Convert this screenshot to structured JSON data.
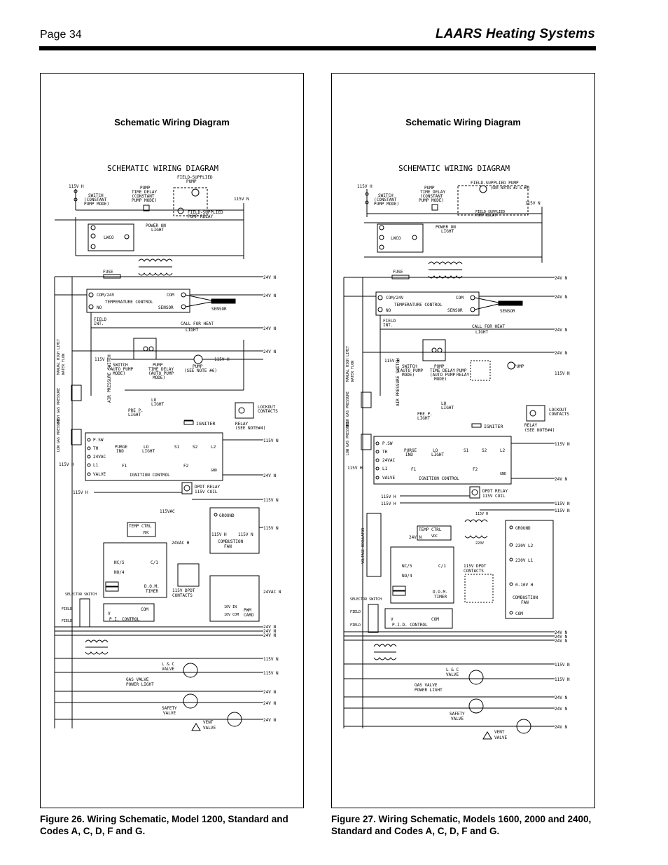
{
  "header": {
    "page_label": "Page 34",
    "brand": "LAARS Heating Systems"
  },
  "panels": [
    {
      "title": "Schematic Wiring Diagram",
      "diagram_heading": "SCHEMATIC WIRING DIAGRAM",
      "caption": "Figure 26. Wiring Schematic, Model 1200, Standard and Codes A, C, D, F and G.",
      "labels": {
        "l115h": "115V H",
        "l115n": "115V N",
        "switch": "SWITCH",
        "const": "(CONSTANT",
        "pmode": "PUMP MODE)",
        "ptd1": "PUMP",
        "ptd2": "TIME DELAY",
        "ptd3": "(CONSTANT",
        "ptd4": "PUMP MODE)",
        "fsp": "FIELD-SUPPLIED",
        "pump": "PUMP",
        "fsp_relay1": "FIELD-SUPPLIED",
        "fsp_relay2": "PUMP RELAY",
        "lwco": "LWCO",
        "pwr1": "POWER ON",
        "pwr2": "LIGHT",
        "fuse": "FUSE",
        "v24n": "24V N",
        "com24": "COM/24V",
        "no": "NO",
        "com": "COM",
        "tc": "TEMPERATURE CONTROL",
        "sensor": "SENSOR",
        "sensor2": "SENSOR",
        "field": "FIELD",
        "int": "INT.",
        "cfh1": "CALL FOR HEAT",
        "cfh2": "LIGHT",
        "sw_auto": "SWITCH",
        "auto_pm": "(AUTO PUMP",
        "mode": "MODE)",
        "ptd_b": "PUMP",
        "ptd_b2": "TIME DELAY",
        "ptd_b3": "(AUTO PUMP",
        "ptd_b4": "MODE)",
        "pump_b": "PUMP",
        "seenote": "(SEE NOTE #6)",
        "airps": "AIR PRESSURE SWITCH",
        "prep": "PRE P.",
        "light": "LIGHT",
        "lo": "LO",
        "lolight": "LIGHT",
        "lockout1": "LOCKOUT",
        "lockout2": "CONTACTS",
        "relay": "RELAY",
        "seenote4": "(SEE NOTE#4)",
        "igniter": "IGNITER",
        "psw": "P.SW",
        "th": "TH",
        "vac": "24VAC",
        "l1": "L1",
        "valve": "VALVE",
        "purge": "PURGE",
        "ind": "IND",
        "lo2": "LO",
        "light2": "LIGHT",
        "s1": "S1",
        "s2": "S2",
        "l2": "L2",
        "f1": "F1",
        "f2": "F2",
        "gnd": "GND",
        "ignctl": "IGNITION CONTROL",
        "dpdt1": "DPDT RELAY",
        "dpdt2": "115V COIL",
        "vac115": "115VAC",
        "ground": "GROUND",
        "combfan": "COMBUSTION",
        "fan": "FAN",
        "tempctrl": "TEMP CTRL",
        "vdc": "VDC",
        "ncs": "NC/S",
        "no4": "NO/4",
        "c1": "C/1",
        "dom": "D.O.M.",
        "timer": "TIMER",
        "vac24h": "24VAC H",
        "dpdtc1": "115V DPDT",
        "dpdtc2": "CONTACTS",
        "vaccom": "24VAC N",
        "v10in": "10V IN",
        "v10com": "10V COM",
        "pwm": "PWM",
        "card": "CARD",
        "selsw": "SELECTOR SWITCH",
        "field1": "FIELD",
        "field2": "FIELD",
        "v": "V",
        "comb": "COM",
        "pi": "P.I. CONTROL",
        "lcvalve1": "L & C",
        "lcvalve2": "VALVE",
        "gvpl1": "GAS VALVE",
        "gvpl2": "POWER LIGHT",
        "safety1": "SAFETY",
        "safety2": "VALVE",
        "vent1": "VENT",
        "vent2": "VALVE"
      }
    },
    {
      "title": "Schematic Wiring Diagram",
      "diagram_heading": "SCHEMATIC WIRING DIAGRAM",
      "caption": "Figure 27. Wiring Schematic, Models 1600, 2000 and 2400, Standard and Codes A, C, D, F and G.",
      "labels": {
        "l115h": "115V H",
        "l115n": "115V N",
        "switch": "SWITCH",
        "const": "(CONSTANT",
        "pmode": "PUMP MODE)",
        "ptd1": "PUMP",
        "ptd2": "TIME DELAY",
        "ptd3": "(CONSTANT",
        "ptd4": "PUMP MODE)",
        "fsp": "FIELD-SUPPLIED PUMP",
        "seenotes": "(SEE NOTES #2 & #5)",
        "fsp_relay1": "FIELD-SUPPLIED",
        "fsp_relay2": "PUMP RELAY",
        "lwco": "LWCO",
        "pwr1": "POWER ON",
        "pwr2": "LIGHT",
        "fuse": "FUSE",
        "v24n": "24V N",
        "com24": "COM/24V",
        "no": "NO",
        "com": "COM",
        "tc": "TEMPERATURE CONTROL",
        "sensor": "SENSOR",
        "sensor2": "SENSOR",
        "field": "FIELD",
        "int": "INT.",
        "cfh1": "CALL FOR HEAT",
        "cfh2": "LIGHT",
        "sw_auto": "SWITCH",
        "auto_pm": "(AUTO PUMP",
        "mode": "MODE)",
        "ptd_b": "PUMP",
        "ptd_b2": "TIME DELAY",
        "ptd_b3": "(AUTO PUMP",
        "ptd_b4": "MODE)",
        "pump_relay": "PUMP",
        "relay_b": "RELAY",
        "pump_b": "PUMP",
        "airps": "AIR PRESSURE SWITCH",
        "prep": "PRE P.",
        "light": "LIGHT",
        "lo": "LO",
        "lolight": "LIGHT",
        "lockout1": "LOCKOUT",
        "lockout2": "CONTACTS",
        "relay": "RELAY",
        "seenote4": "(SEE NOTE#4)",
        "igniter": "IGNITER",
        "psw": "P.SW",
        "th": "TH",
        "vac": "24VAC",
        "l1": "L1",
        "valve": "VALVE",
        "purge": "PURGE",
        "ind": "IND",
        "lo2": "LO",
        "light2": "LIGHT",
        "s1": "S1",
        "s2": "S2",
        "l2": "L2",
        "f1": "F1",
        "f2": "F2",
        "gnd": "GND",
        "ignctl": "IGNITION CONTROL",
        "dpdt1": "DPDT RELAY",
        "dpdt2": "115V COIL",
        "ground": "GROUND",
        "v230l2": "230V L2",
        "v230l1": "230V L1",
        "v010h": "0-10V H",
        "combfan": "COMBUSTION",
        "fan": "FAN",
        "comc": "COM",
        "vreg": "VOLTAGE REGULATOR",
        "tempctrl": "TEMP CTRL",
        "vdc": "VDC",
        "nc5": "NC/5",
        "no4": "NO/4",
        "c1": "C/1",
        "dom": "D.O.M.",
        "timer": "TIMER",
        "dpdtc1": "115V DPDT",
        "dpdtc2": "CONTACTS",
        "selsw": "SELECTOR SWITCH",
        "field1": "FIELD",
        "field2": "FIELD",
        "v": "V",
        "comb": "COM",
        "pid": "P.I.D. CONTROL",
        "v220": "220V",
        "lcvalve1": "L & C",
        "lcvalve2": "VALVE",
        "gvpl1": "GAS VALVE",
        "gvpl2": "POWER LIGHT",
        "safety1": "SAFETY",
        "safety2": "VALVE",
        "vent1": "VENT",
        "vent2": "VALVE"
      }
    }
  ]
}
